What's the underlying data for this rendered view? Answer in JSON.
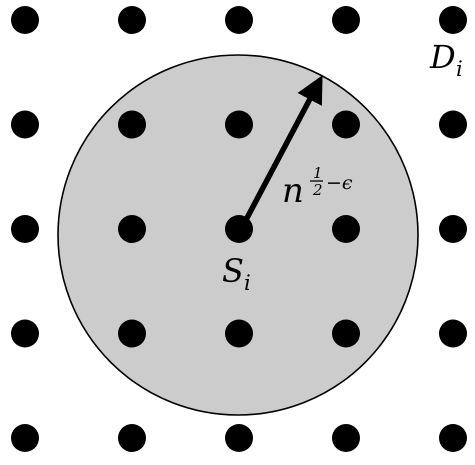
{
  "labels": {
    "center_main": "S",
    "center_sub": "i",
    "corner_main": "D",
    "corner_sub": "i",
    "radius_base": "n",
    "exp_num": "1",
    "exp_den": "2",
    "exp_tail": "−ϵ"
  },
  "colors": {
    "dot": "#000000",
    "disk_fill": "#cccccc",
    "disk_stroke": "#000000",
    "arrow": "#000000"
  },
  "grid": {
    "rows": 5,
    "cols": 5
  }
}
